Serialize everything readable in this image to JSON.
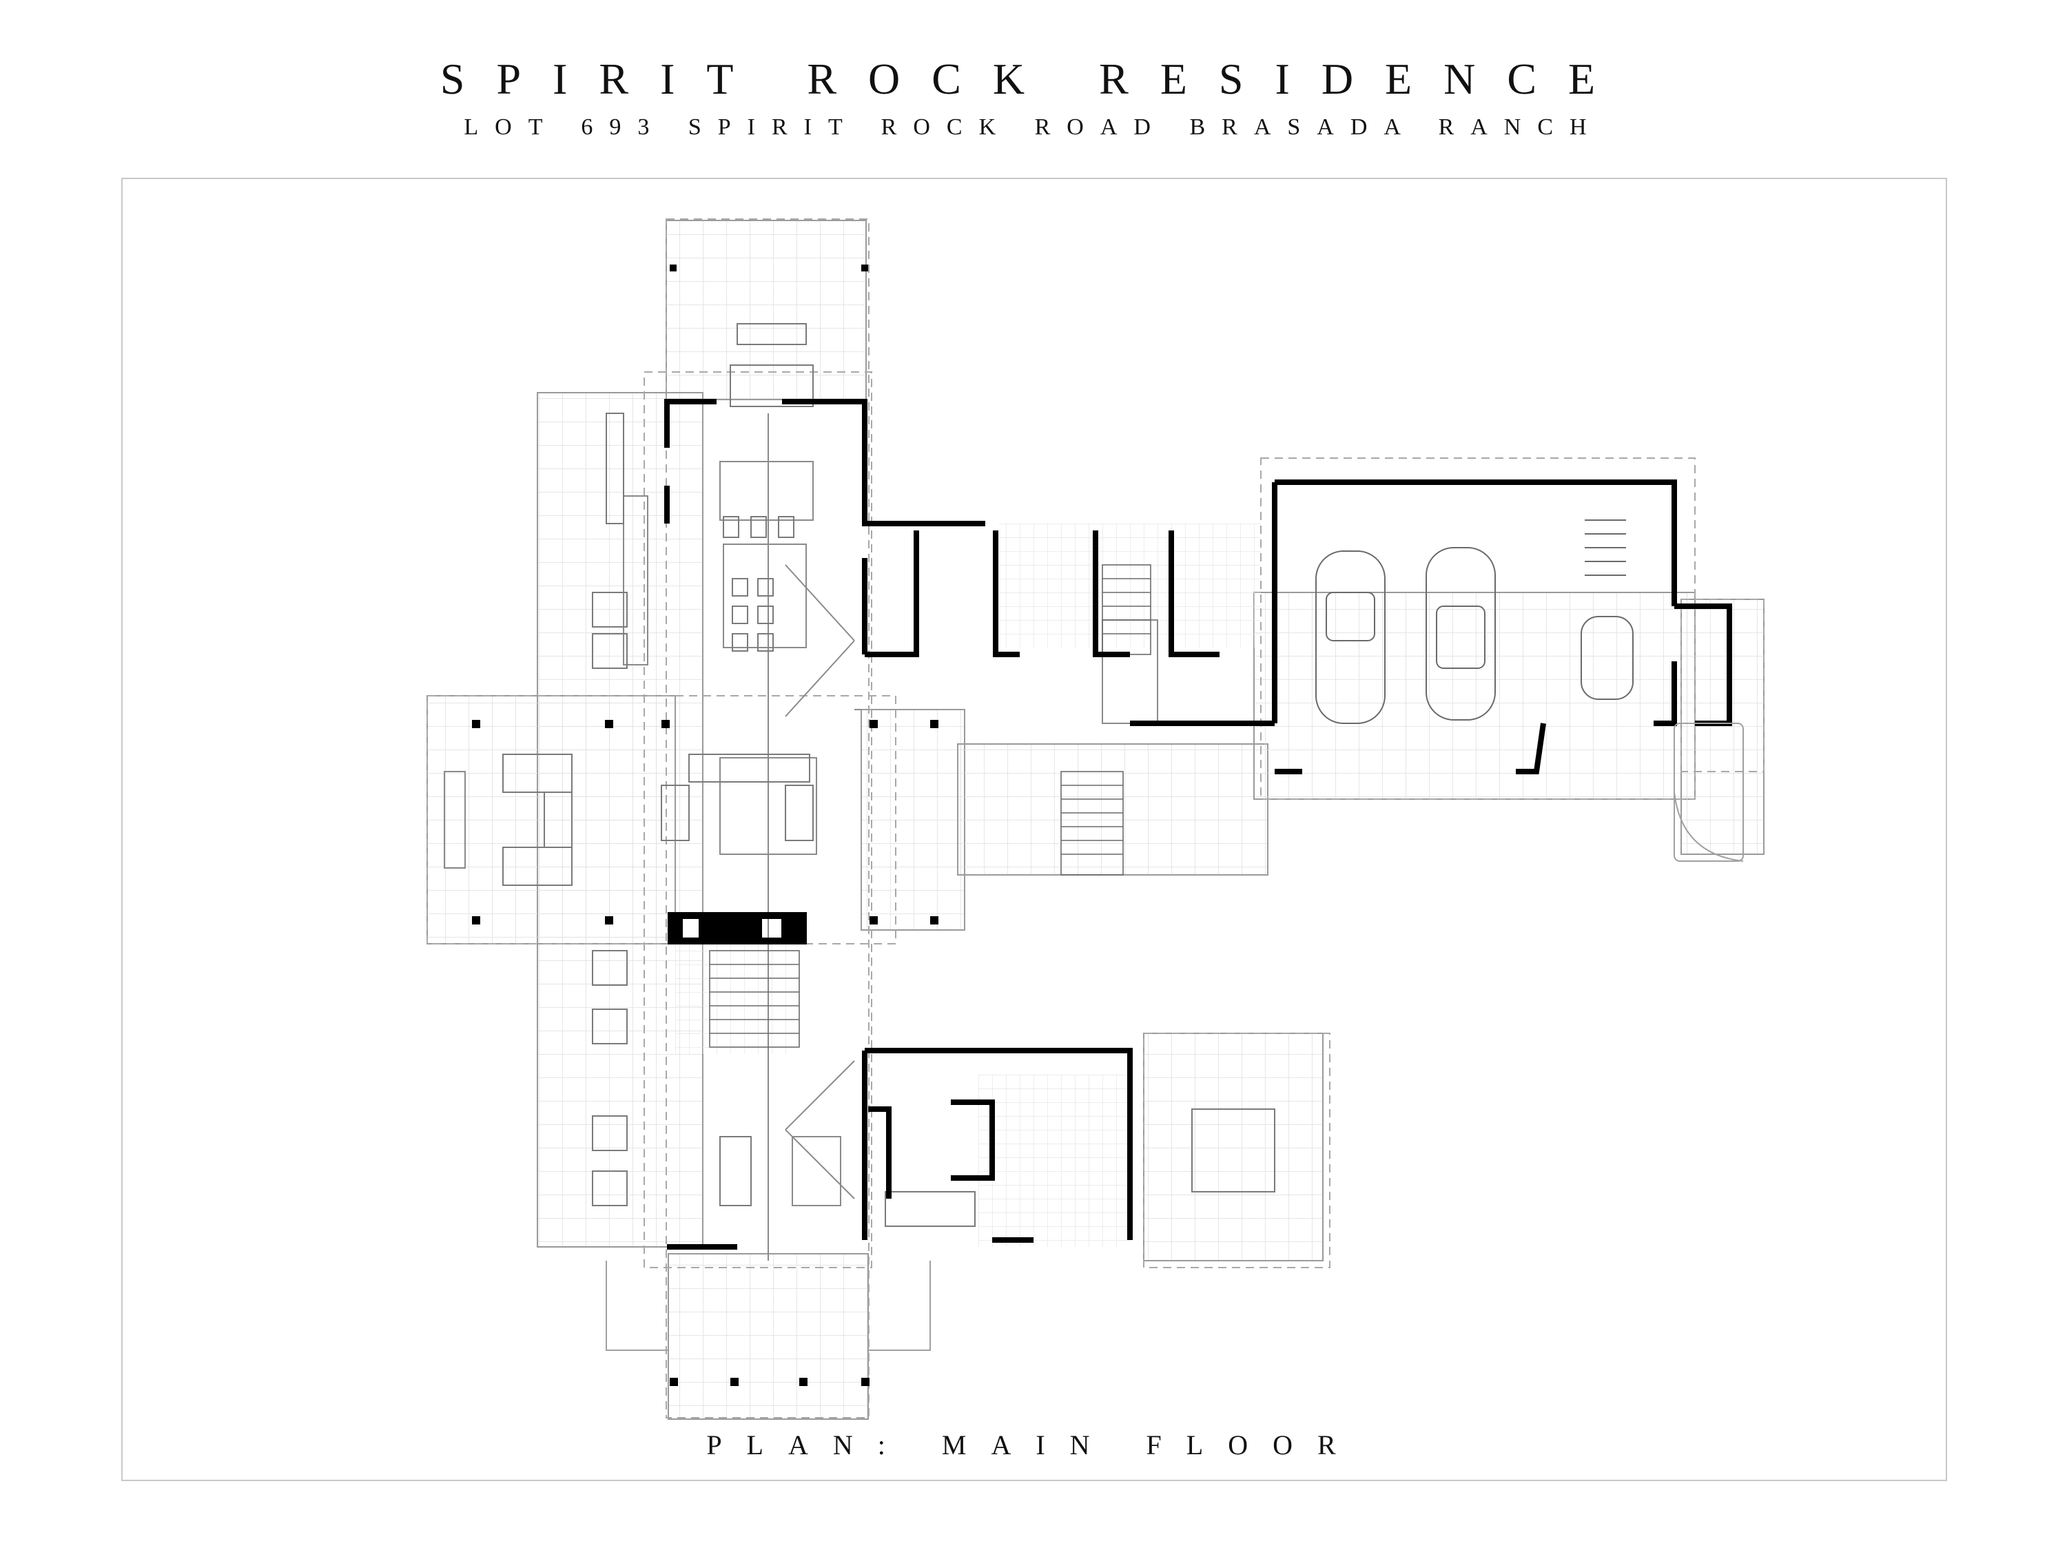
{
  "header": {
    "title": "SPIRIT ROCK RESIDENCE",
    "subtitle": "LOT 693 SPIRIT ROCK ROAD BRASADA RANCH"
  },
  "drawing": {
    "label": "PLAN: MAIN FLOOR"
  },
  "colors": {
    "wall": "#000000",
    "line": "#9a9a9a",
    "grid": "#dcdcdc",
    "frame": "#c8c8c8"
  }
}
